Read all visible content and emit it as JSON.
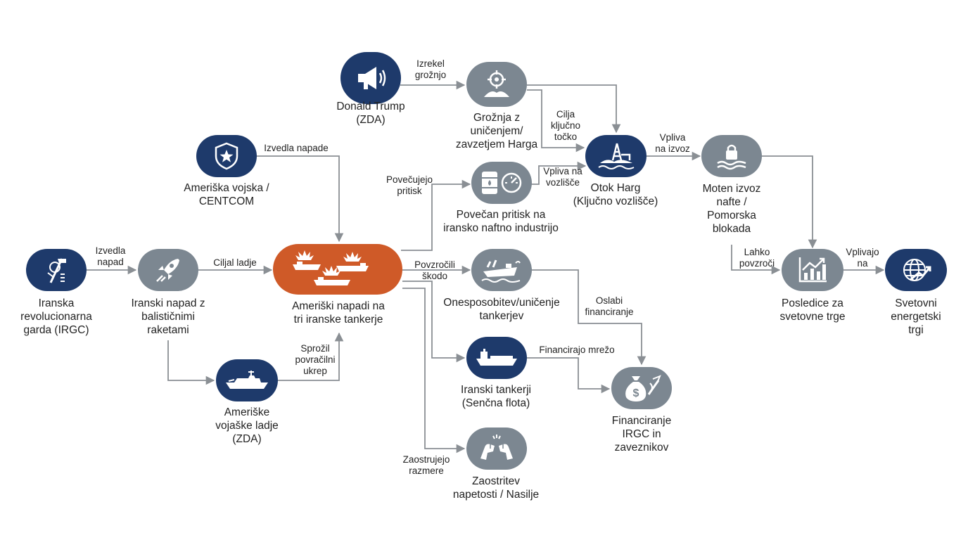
{
  "nodes": {
    "trump": "Donald Trump\n(ZDA)",
    "threat": "Grožnja z\nuničenjem/\nzavzetjem Harga",
    "army": "Ameriška vojska /\nCENTCOM",
    "irgc": "Iranska\nrevolucionarna\ngarda (IRGC)",
    "missile": "Iranski napad z\nbalističnimi\nraketami",
    "attacks": "Ameriški napadi na\ntri iranske tankerje",
    "warships": "Ameriške\nvojaške ladje\n(ZDA)",
    "pressure": "Povečan pritisk na\niransko naftno industrijo",
    "kharg": "Otok Harg\n(Ključno vozlišče)",
    "blockade": "Moten izvoz\nnafte /\nPomorska\nblokada",
    "disable": "Onesposobitev/uničenje\ntankerjev",
    "shadow": "Iranski tankerji\n(Senčna flota)",
    "funding": "Financiranje\nIRGC in\nzaveznikov",
    "tension": "Zaostritev\nnapetosti / Nasilje",
    "consequences": "Posledice za\nsvetovne trge",
    "markets": "Svetovni\nenergetski trgi"
  },
  "edges": {
    "trump_threat": "Izrekel\ngrožnjo",
    "threat_kharg": "Cilja\nključno\ntočko",
    "army_attacks": "Izvedla napade",
    "irgc_missile": "Izvedla\nnapad",
    "missile_attacks": "Ciljal ladje",
    "warships_attacks": "Sprožil\npovračilni\nukrep",
    "attacks_pressure": "Povečujejo\npritisk",
    "pressure_kharg": "Vpliva na\nvozlišče",
    "kharg_blockade": "Vpliva\nna izvoz",
    "attacks_disable": "Povzročili\nškodo",
    "disable_funding": "Oslabi\nfinanciranje",
    "shadow_funding": "Financirajo mrežo",
    "attacks_tension": "Zaostrujejo\nrazmere",
    "blockade_consequences": "Lahko\npovzroči",
    "consequences_markets": "Vplivajo\nna"
  },
  "colors": {
    "navy": "#1e3a6b",
    "grey": "#7c8791",
    "orange": "#cf5a28",
    "arrow": "#8a8f94"
  },
  "icons": {
    "trump": "megaphone-icon",
    "threat": "target-hand-icon",
    "army": "shield-star-icon",
    "irgc": "emblem-icon",
    "missile": "rocket-icon",
    "attacks": "burning-tankers-icon",
    "warships": "warship-icon",
    "pressure": "barrel-gauge-icon",
    "kharg": "oil-rig-icon",
    "blockade": "lock-waves-icon",
    "disable": "sinking-ship-icon",
    "shadow": "tanker-icon",
    "funding": "money-bag-icon",
    "tension": "clenched-fists-icon",
    "consequences": "rising-chart-icon",
    "markets": "globe-arrow-icon"
  }
}
